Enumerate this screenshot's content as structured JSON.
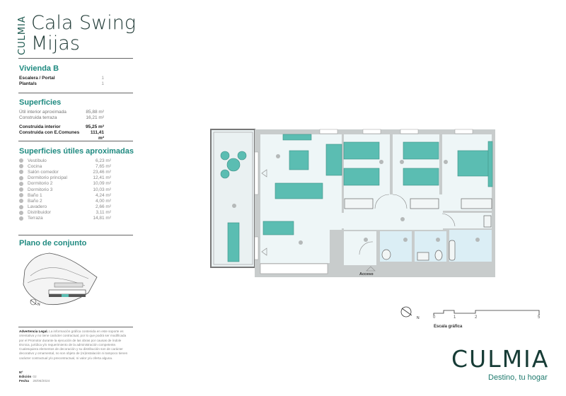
{
  "header": {
    "brand_vertical": "CULMIA",
    "title_line1": "Cala Swing",
    "title_line2": "Mijas"
  },
  "vivienda": {
    "title": "Vivienda B",
    "rows": [
      {
        "label": "Escalera / Portal",
        "value": "1"
      },
      {
        "label": "Planta/s",
        "value": "1"
      }
    ]
  },
  "superficies": {
    "title": "Superficies",
    "rows": [
      {
        "label": "Útil interior aproximada",
        "value": "85,88 m²"
      },
      {
        "label": "Construida terraza",
        "value": "16,21 m²"
      },
      {
        "label": "Construida interior",
        "value": "95,25 m²"
      },
      {
        "label": "Construida con E.Comunes",
        "value": "111,41 m²"
      }
    ]
  },
  "utiles": {
    "title": "Superficies útiles aproximadas",
    "items": [
      {
        "name": "Vestíbulo",
        "value": "6,23 m²"
      },
      {
        "name": "Cocina",
        "value": "7,65 m²"
      },
      {
        "name": "Salón comedor",
        "value": "23,46 m²"
      },
      {
        "name": "Dormitorio principal",
        "value": "12,41 m²"
      },
      {
        "name": "Dormitorio 2",
        "value": "10,09 m²"
      },
      {
        "name": "Dormitorio 3",
        "value": "10,03 m²"
      },
      {
        "name": "Baño 1",
        "value": "4,24 m²"
      },
      {
        "name": "Baño 2",
        "value": "4,00 m²"
      },
      {
        "name": "Lavadero",
        "value": "2,66 m²"
      },
      {
        "name": "Distribuidor",
        "value": "3,11 m²"
      },
      {
        "name": "Terraza",
        "value": "14,81 m²"
      }
    ]
  },
  "conjunto": {
    "title": "Plano de conjunto",
    "north": "N"
  },
  "legal": {
    "label": "Advertencia Legal.",
    "text": "La información gráfica contenida en este soporte es orientativa y no tiene carácter contractual, por lo que podrá ser modificada por el Promotor durante la ejecución de las obras por causas de índole técnica, jurídica y/o requerimiento de la administración competente. Cualesquiera elementos de decoración y su distribución son de carácter decorativo y ornamental, no son objeto de (re)instalación ni tampoco tienen carácter contractual y/o precontractual, ni valor y/u oferta alguna."
  },
  "edition": {
    "edition_label": "Nº Edición",
    "edition_value": "02",
    "date_label": "Fecha",
    "date_value": "28/06/2024"
  },
  "plan": {
    "access_label": "Acceso",
    "north": "N"
  },
  "scale": {
    "label": "Escala gráfica",
    "ticks": [
      "0",
      "1",
      "2",
      "5"
    ]
  },
  "footer": {
    "logo": "CULMIA",
    "tagline": "Destino, tu hogar"
  },
  "colors": {
    "accent": "#1f8a80",
    "furniture": "#5bbdb2",
    "floor": "#eef6f7",
    "wall": "#c8cccc"
  }
}
